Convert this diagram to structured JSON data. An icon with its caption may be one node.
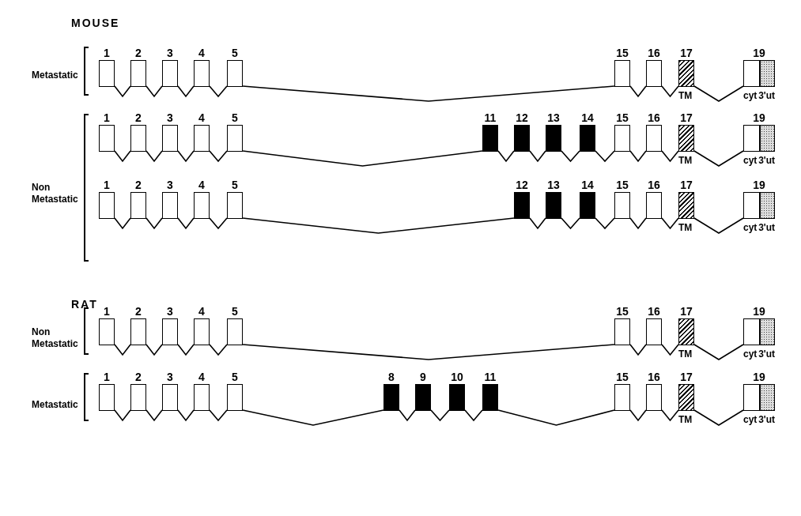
{
  "diagram": {
    "nodes": [
      {
        "text": [
          "1"
        ]
      },
      {
        "text": [
          "2"
        ]
      },
      {
        "text": [
          "3"
        ]
      },
      {
        "text": [
          "4"
        ]
      },
      {
        "text": [
          "5"
        ]
      },
      {
        "text": [
          "15"
        ]
      },
      {
        "text": [
          "16"
        ]
      },
      {
        "text": [
          "17"
        ],
        "beside": [
          "TM"
        ]
      },
      {
        "text": [
          "19"
        ],
        "beside": [
          "cyt",
          "3'ut"
        ]
      },
      {
        "text": [
          "1"
        ]
      },
      {
        "text": [
          "2"
        ]
      },
      {
        "text": [
          "3"
        ]
      },
      {
        "text": [
          "4"
        ]
      },
      {
        "text": [
          "5"
        ]
      },
      {
        "text": [
          "11"
        ]
      },
      {
        "text": [
          "12"
        ]
      },
      {
        "text": [
          "13"
        ]
      },
      {
        "text": [
          "14"
        ]
      },
      {
        "text": [
          "15"
        ]
      },
      {
        "text": [
          "16"
        ]
      },
      {
        "text": [
          "17"
        ],
        "beside": [
          "TM"
        ]
      },
      {
        "text": [
          "19"
        ],
        "beside": [
          "cyt",
          "3'ut"
        ]
      },
      {
        "text": [
          "1"
        ]
      },
      {
        "text": [
          "2"
        ]
      },
      {
        "text": [
          "3"
        ]
      },
      {
        "text": [
          "4"
        ]
      },
      {
        "text": [
          "5"
        ]
      },
      {
        "text": [
          "12"
        ]
      },
      {
        "text": [
          "13"
        ]
      },
      {
        "text": [
          "14"
        ]
      },
      {
        "text": [
          "15"
        ]
      },
      {
        "text": [
          "16"
        ]
      },
      {
        "text": [
          "17"
        ],
        "beside": [
          "TM"
        ]
      },
      {
        "text": [
          "19"
        ],
        "beside": [
          "cyt",
          "3'ut"
        ]
      },
      {
        "text": [
          "1"
        ]
      },
      {
        "text": [
          "2"
        ]
      },
      {
        "text": [
          "3"
        ]
      },
      {
        "text": [
          "4"
        ]
      },
      {
        "text": [
          "5"
        ]
      },
      {
        "text": [
          "15"
        ]
      },
      {
        "text": [
          "16"
        ]
      },
      {
        "text": [
          "17"
        ],
        "beside": [
          "TM"
        ]
      },
      {
        "text": [
          "19"
        ],
        "beside": [
          "cyt",
          "3'ut"
        ]
      },
      {
        "text": [
          "1"
        ]
      },
      {
        "text": [
          "2"
        ]
      },
      {
        "text": [
          "3"
        ]
      },
      {
        "text": [
          "4"
        ]
      },
      {
        "text": [
          "5"
        ]
      },
      {
        "text": [
          "8"
        ]
      },
      {
        "text": [
          "9"
        ]
      },
      {
        "text": [
          "10"
        ]
      },
      {
        "text": [
          "11"
        ]
      },
      {
        "text": [
          "15"
        ]
      },
      {
        "text": [
          "16"
        ]
      },
      {
        "text": [
          "17"
        ],
        "beside": [
          "TM"
        ]
      },
      {
        "text": [
          "19"
        ],
        "beside": [
          "cyt",
          "3'ut"
        ]
      }
    ],
    "edges": [
      {
        "from": 0,
        "to": 1,
        "arrow": "none"
      },
      {
        "from": 1,
        "to": 2,
        "arrow": "none"
      },
      {
        "from": 2,
        "to": 3,
        "arrow": "none"
      },
      {
        "from": 3,
        "to": 4,
        "arrow": "none"
      },
      {
        "from": 4,
        "to": 5,
        "arrow": "none"
      },
      {
        "from": 5,
        "to": 6,
        "arrow": "none"
      },
      {
        "from": 6,
        "to": 7,
        "arrow": "none"
      },
      {
        "from": 7,
        "to": 8,
        "arrow": "none"
      },
      {
        "from": 9,
        "to": 10,
        "arrow": "none"
      },
      {
        "from": 10,
        "to": 11,
        "arrow": "none"
      },
      {
        "from": 11,
        "to": 12,
        "arrow": "none"
      },
      {
        "from": 12,
        "to": 13,
        "arrow": "none"
      },
      {
        "from": 13,
        "to": 14,
        "arrow": "none"
      },
      {
        "from": 14,
        "to": 15,
        "arrow": "none"
      },
      {
        "from": 15,
        "to": 16,
        "arrow": "none"
      },
      {
        "from": 16,
        "to": 17,
        "arrow": "none"
      },
      {
        "from": 17,
        "to": 18,
        "arrow": "none"
      },
      {
        "from": 18,
        "to": 19,
        "arrow": "none"
      },
      {
        "from": 19,
        "to": 20,
        "arrow": "none"
      },
      {
        "from": 20,
        "to": 21,
        "arrow": "none"
      },
      {
        "from": 22,
        "to": 23,
        "arrow": "none"
      },
      {
        "from": 23,
        "to": 24,
        "arrow": "none"
      },
      {
        "from": 24,
        "to": 25,
        "arrow": "none"
      },
      {
        "from": 25,
        "to": 26,
        "arrow": "none"
      },
      {
        "from": 26,
        "to": 27,
        "arrow": "none"
      },
      {
        "from": 27,
        "to": 28,
        "arrow": "none"
      },
      {
        "from": 28,
        "to": 29,
        "arrow": "none"
      },
      {
        "from": 29,
        "to": 30,
        "arrow": "none"
      },
      {
        "from": 30,
        "to": 31,
        "arrow": "none"
      },
      {
        "from": 31,
        "to": 32,
        "arrow": "none"
      },
      {
        "from": 32,
        "to": 33,
        "arrow": "none"
      },
      {
        "from": 34,
        "to": 35,
        "arrow": "none"
      },
      {
        "from": 35,
        "to": 36,
        "arrow": "none"
      },
      {
        "from": 36,
        "to": 37,
        "arrow": "none"
      },
      {
        "from": 37,
        "to": 38,
        "arrow": "none"
      },
      {
        "from": 38,
        "to": 39,
        "arrow": "none"
      },
      {
        "from": 39,
        "to": 40,
        "arrow": "none"
      },
      {
        "from": 40,
        "to": 41,
        "arrow": "none"
      },
      {
        "from": 41,
        "to": 42,
        "arrow": "none"
      },
      {
        "from": 43,
        "to": 44,
        "arrow": "none"
      },
      {
        "from": 44,
        "to": 45,
        "arrow": "none"
      },
      {
        "from": 45,
        "to": 46,
        "arrow": "none"
      },
      {
        "from": 46,
        "to": 47,
        "arrow": "none"
      },
      {
        "from": 47,
        "to": 48,
        "arrow": "none"
      },
      {
        "from": 48,
        "to": 49,
        "arrow": "none"
      },
      {
        "from": 49,
        "to": 50,
        "arrow": "none"
      },
      {
        "from": 50,
        "to": 51,
        "arrow": "none"
      },
      {
        "from": 51,
        "to": 52,
        "arrow": "none"
      },
      {
        "from": 52,
        "to": 53,
        "arrow": "none"
      },
      {
        "from": 53,
        "to": 54,
        "arrow": "none"
      },
      {
        "from": 54,
        "to": 55,
        "arrow": "none"
      }
    ],
    "labels": [
      "MOUSE",
      "Metastatic",
      "Non Metastatic",
      "RAT",
      "Non Metastatic",
      "Metastatic"
    ]
  }
}
